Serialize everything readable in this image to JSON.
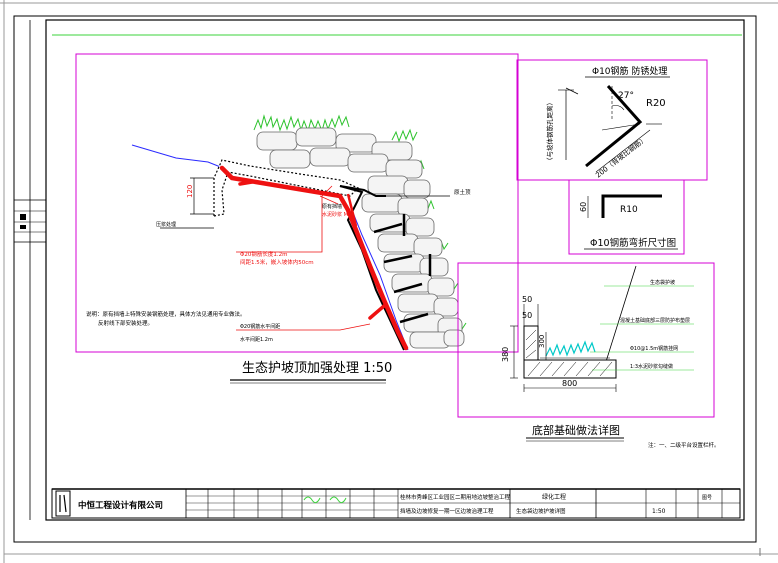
{
  "main": {
    "title": "生态护坡顶加强处理 1:50",
    "note_line1": "说明：原有挡墙上特殊安装钢筋处理，具体方法见通用专业做法。",
    "note_line2": "反射线下部安装处理。",
    "dim_left": "120",
    "label_old_wall": "原有挡墙",
    "label_top": "原土顶",
    "label_grout": "压浆处理",
    "label_spec": "水泥砂浆 M10",
    "label_rebar1": "Φ20钢筋长度1.2m",
    "label_rebar2": "间距1.5米，嵌入坡体内50cm",
    "label_rebar3": "Φ20钢筋水平间距",
    "label_rebar4": "水平间距1.2m"
  },
  "detail_rebar": {
    "title": "Φ10钢筋 防锈处理",
    "angle": "27°",
    "radius": "R20",
    "len_bottom": "200（背坡比钢筋）",
    "len_side": "（与坡体钢筋孔距离）"
  },
  "detail_bend": {
    "title": "Φ10钢筋弯折尺寸图",
    "dim": "60",
    "radius": "R10"
  },
  "detail_base": {
    "title": "底部基础做法详图",
    "dim_50a": "50",
    "dim_50b": "50",
    "dim_300": "300",
    "dim_380": "380",
    "dim_800": "800",
    "label1": "生态袋护坡",
    "label2": "混凝土基础底部三层防护布垫层",
    "label3": "Φ10@1.5m钢筋挂网",
    "label4": "1:3水泥砂浆勾缝做",
    "note": "注：一、二级平台设置栏杆。"
  },
  "title_block": {
    "company": "中恒工程设计有限公司",
    "project": "桂林市秀峰区工业园区二期用地边坡整治工程",
    "project2": "挡墙及边坡修复一期一区边坡治理工程",
    "drawing_name": "绿化工程",
    "drawing_name2": "生态袋边坡护坡详图",
    "scale": "1:50",
    "sheet": "图号"
  }
}
